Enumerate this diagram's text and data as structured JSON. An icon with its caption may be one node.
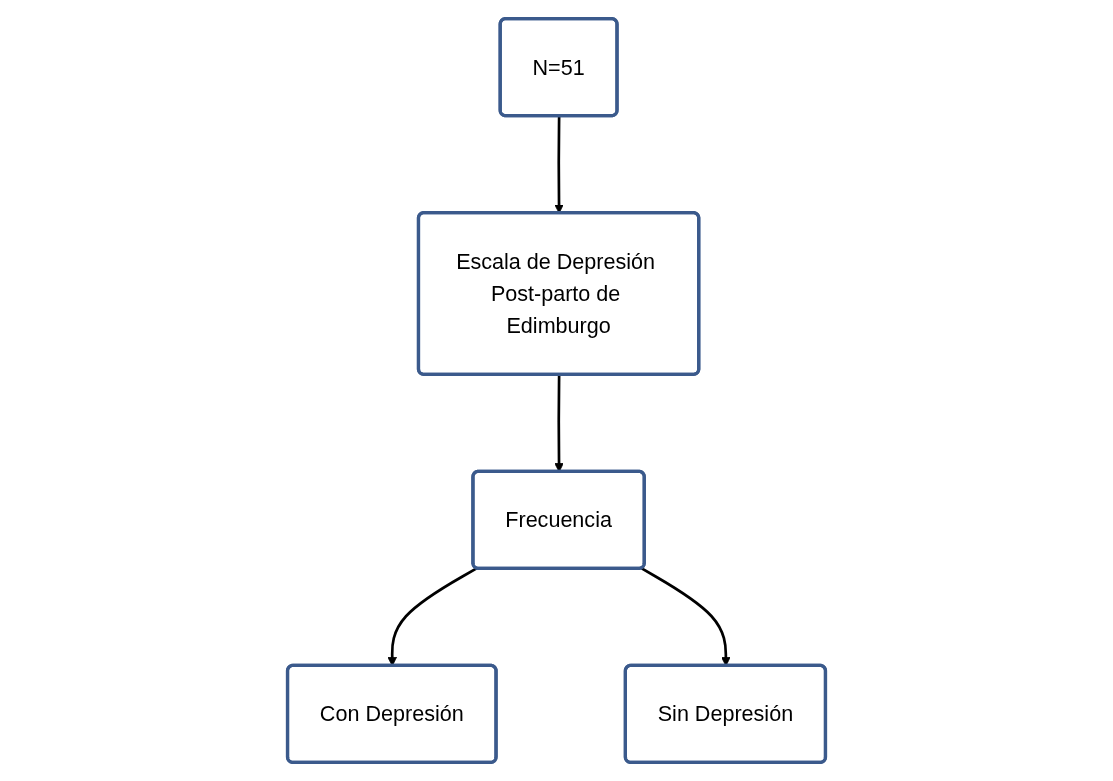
{
  "diagram": {
    "nodes": [
      {
        "text": [
          "N=51"
        ]
      },
      {
        "text": [
          "Escala de Depresión Post-parto de Edimburgo"
        ]
      },
      {
        "text": [
          "Frecuencia"
        ]
      },
      {
        "text": [
          "Con Depresión"
        ]
      },
      {
        "text": [
          "Sin Depresión"
        ]
      }
    ],
    "edges": [
      {
        "from": 0,
        "to": 1,
        "arrow": "to"
      },
      {
        "from": 1,
        "to": 2,
        "arrow": "to"
      },
      {
        "from": 2,
        "to": 3,
        "arrow": "to"
      },
      {
        "from": 2,
        "to": 4,
        "arrow": "to"
      }
    ]
  }
}
